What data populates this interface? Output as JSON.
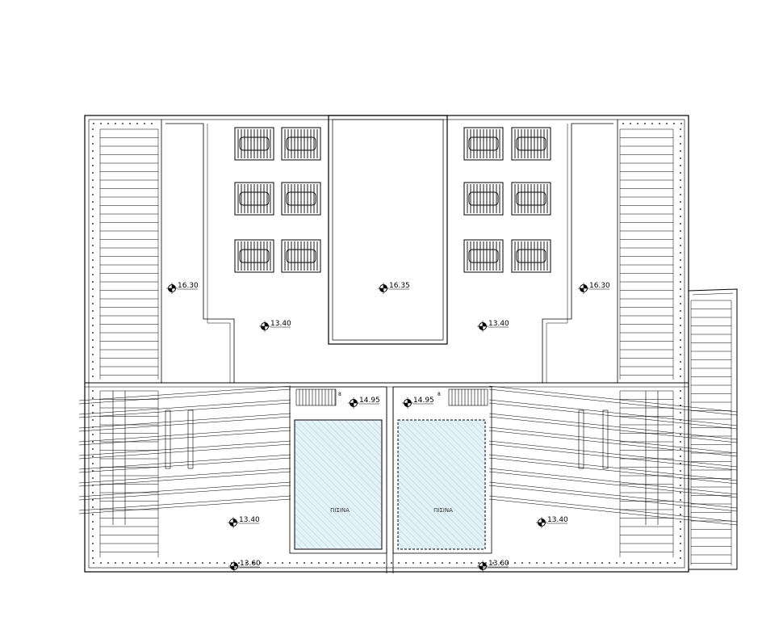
{
  "drawing": {
    "levels": {
      "roof_left": "16.30",
      "roof_center": "16.35",
      "roof_right": "16.30",
      "terrace_upper_left": "13.40",
      "terrace_upper_right": "13.40",
      "stair_left": "14.95",
      "stair_right": "14.95",
      "terrace_lower_left": "13.40",
      "terrace_lower_right": "13.40",
      "edge_left": "13.60",
      "edge_right": "13.60"
    },
    "pools": {
      "left_label": "ΠΙΣΙΝΑ",
      "right_label": "ΠΙΣΙΝΑ"
    },
    "stair_marks": {
      "left": "8",
      "right": "8"
    },
    "colors": {
      "line": "#000000",
      "pool_fill": "#e4f1f7",
      "pool_hatch": "#7fb6cf",
      "background": "#ffffff"
    }
  }
}
